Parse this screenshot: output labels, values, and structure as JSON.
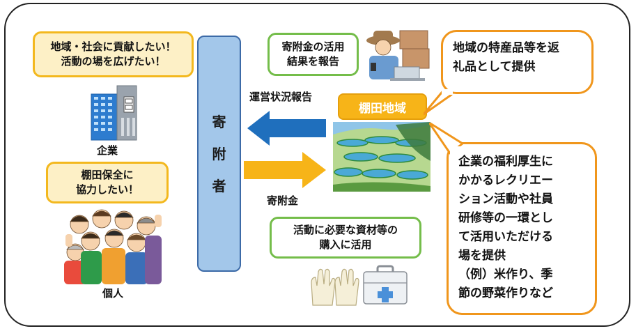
{
  "donor": {
    "chars": [
      "寄",
      "附",
      "者"
    ]
  },
  "company": {
    "bubble_lines": [
      "地域・社会に貢献したい！",
      "活動の場を広げたい！"
    ],
    "label": "企業"
  },
  "individual": {
    "bubble_lines": [
      "棚田保全に",
      "協力したい！"
    ],
    "label": "個人"
  },
  "arrows": {
    "report_label": "運営状況報告",
    "donation_label": "寄附金",
    "report_color": "#1f6fbd",
    "donation_color": "#f7b418"
  },
  "region": {
    "label": "棚田地域"
  },
  "usage_report": {
    "lines": [
      "寄附金の活用",
      "結果を報告"
    ]
  },
  "materials": {
    "lines": [
      "活動に必要な資材等の",
      "購入に活用"
    ]
  },
  "gift_callout": {
    "lines": [
      "地域の特産品等を返",
      "礼品として提供"
    ]
  },
  "welfare_callout": {
    "lines": [
      "企業の福利厚生に",
      "かかるレクリエー",
      "ション活動や社員",
      "研修等の一環とし",
      "て活用いただける",
      "場を提供",
      "（例）米作り、季",
      "節の野菜作りなど"
    ]
  },
  "colors": {
    "yellow_fill": "#fdf0c6",
    "yellow_border": "#f3b81e",
    "green_border": "#74bd4a",
    "orange_border": "#f0961c",
    "donor_fill": "#a3c7ea",
    "donor_border": "#3c6aa7"
  }
}
